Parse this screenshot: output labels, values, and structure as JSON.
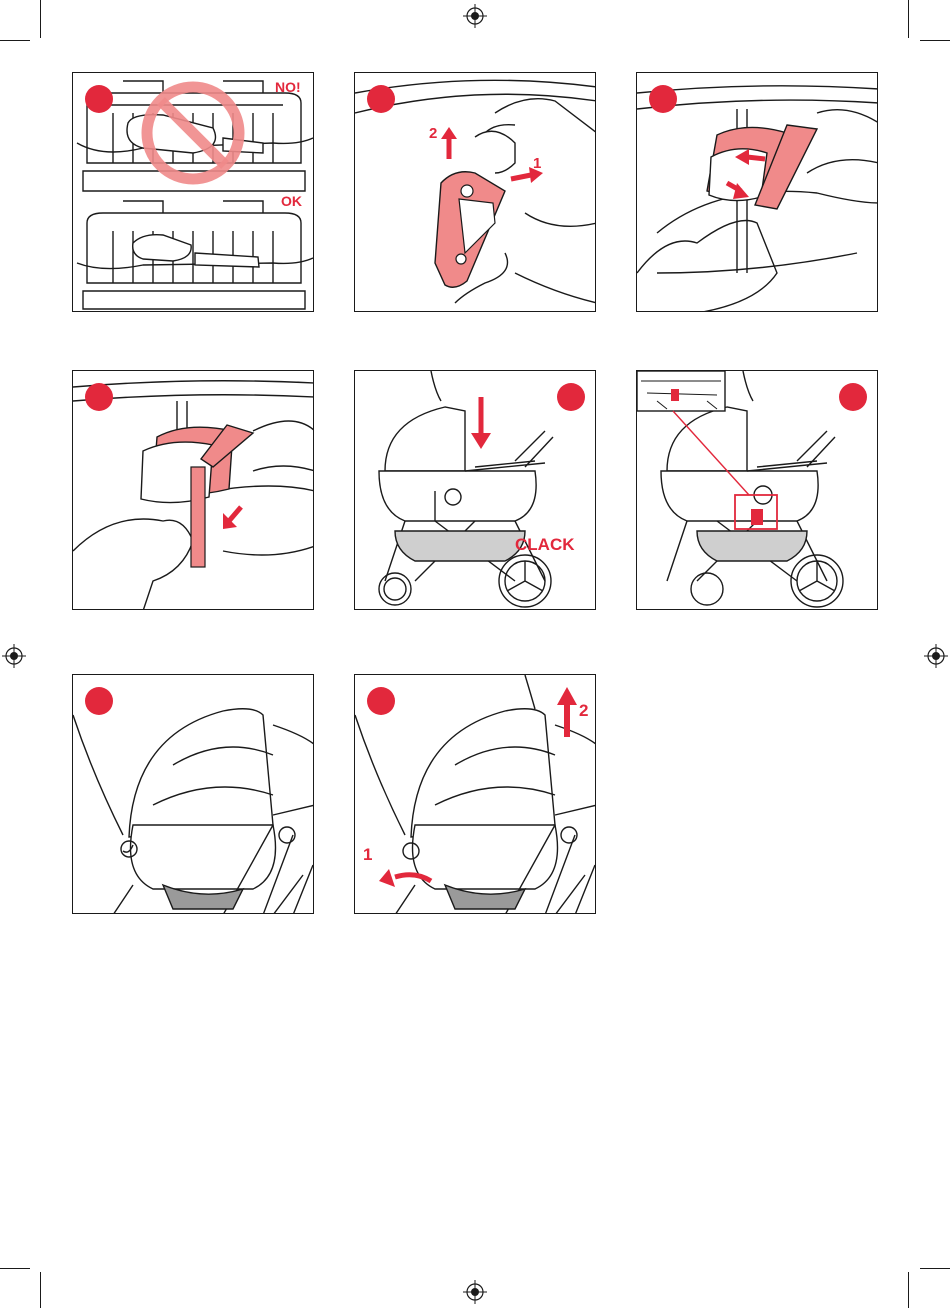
{
  "colors": {
    "accent": "#e2283c",
    "accent_light": "#f08a8a",
    "line": "#1a1a1a",
    "mesh": "#9a9a9a"
  },
  "panels": [
    {
      "id": "p1",
      "labels": {
        "no": "NO!",
        "ok": "OK"
      }
    },
    {
      "id": "p2",
      "labels": {
        "two": "2",
        "one": "1"
      }
    },
    {
      "id": "p3",
      "labels": {}
    },
    {
      "id": "p4",
      "labels": {}
    },
    {
      "id": "p5",
      "labels": {
        "clack": "CLACK"
      }
    },
    {
      "id": "p6",
      "labels": {}
    },
    {
      "id": "p7",
      "labels": {}
    },
    {
      "id": "p8",
      "labels": {
        "one": "1",
        "two": "2"
      }
    }
  ]
}
